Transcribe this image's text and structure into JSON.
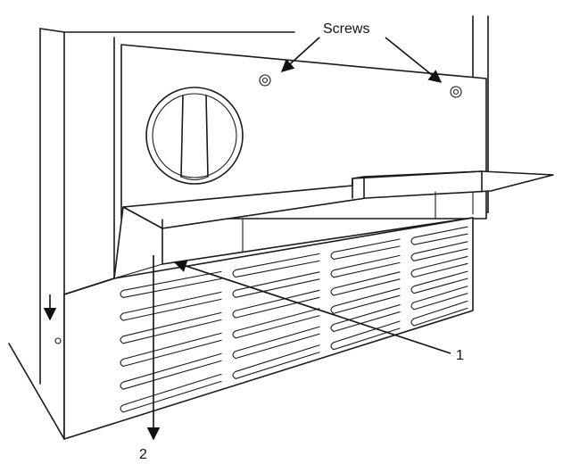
{
  "labels": {
    "screws": "Screws",
    "callout_1": "1",
    "callout_2": "2"
  },
  "colors": {
    "line": "#1a1a1a",
    "background": "#ffffff"
  }
}
